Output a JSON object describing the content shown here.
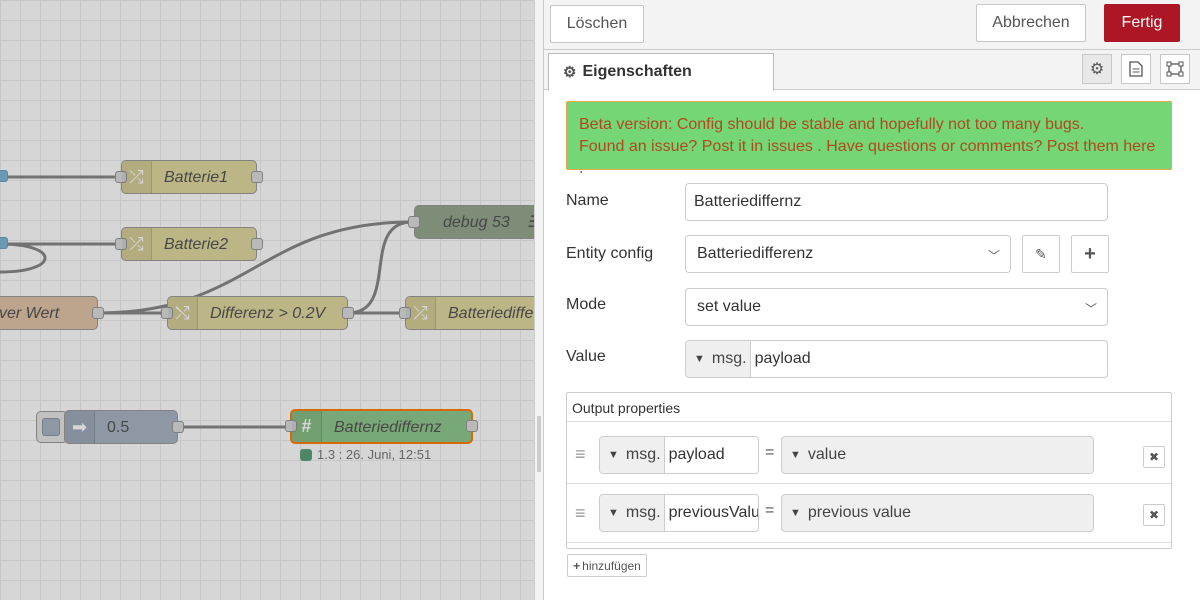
{
  "workspace": {
    "nodes": [
      {
        "id": "batterie1",
        "label": "Batterie1",
        "icon": "shuffle-icon"
      },
      {
        "id": "batterie2",
        "label": "Batterie2",
        "icon": "shuffle-icon"
      },
      {
        "id": "neuer-wert",
        "label": "ver Wert"
      },
      {
        "id": "differenz",
        "label": "Differenz > 0.2V",
        "icon": "switch-icon"
      },
      {
        "id": "debug",
        "label": "debug 53",
        "icon": "list-icon"
      },
      {
        "id": "batteriediffe",
        "label": "Batteriediffe",
        "icon": "shuffle-icon"
      },
      {
        "id": "inject",
        "label": "0.5",
        "icon": "arrow-right-icon"
      },
      {
        "id": "batteriediffernz",
        "label": "Batteriediffernz",
        "icon": "hash-icon"
      }
    ],
    "status_text": "1.3 : 26. Juni, 12:51"
  },
  "toolbar": {
    "delete_label": "Löschen",
    "cancel_label": "Abbrechen",
    "done_label": "Fertig"
  },
  "tabs": {
    "properties_label": "Eigenschaften"
  },
  "beta_notice": {
    "line1": "Beta version: Config should be stable and hopefully not too many bugs.",
    "line2": "Found an issue? Post it in issues . Have questions or comments? Post them here ."
  },
  "form": {
    "name_label": "Name",
    "name_value": "Batteriediffernz",
    "entity_label": "Entity config",
    "entity_value": "Batteriedifferenz",
    "mode_label": "Mode",
    "mode_value": "set value",
    "value_label": "Value",
    "value_type": "msg.",
    "value_value": "payload"
  },
  "output": {
    "title": "Output properties",
    "rows": [
      {
        "type": "msg.",
        "property": "payload",
        "equals": "=",
        "value": "value"
      },
      {
        "type": "msg.",
        "property": "previousValue",
        "equals": "=",
        "value": "previous value"
      }
    ],
    "add_label": "hinzufügen"
  },
  "colors": {
    "primary": "#ad1625",
    "beta_bg": "#74d675",
    "selected_border": "#ff7f0e"
  }
}
